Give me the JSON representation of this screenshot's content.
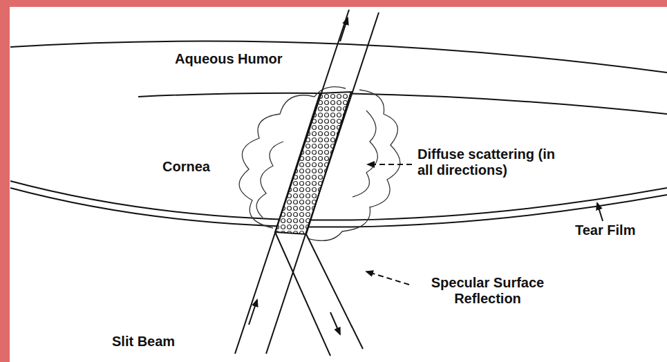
{
  "diagram": {
    "labels": [
      "Aqueous Humor",
      "Cornea",
      "Diffuse scattering (in all directions)",
      "Tear Film",
      "Specular Surface Reflection",
      "Slit Beam"
    ]
  }
}
